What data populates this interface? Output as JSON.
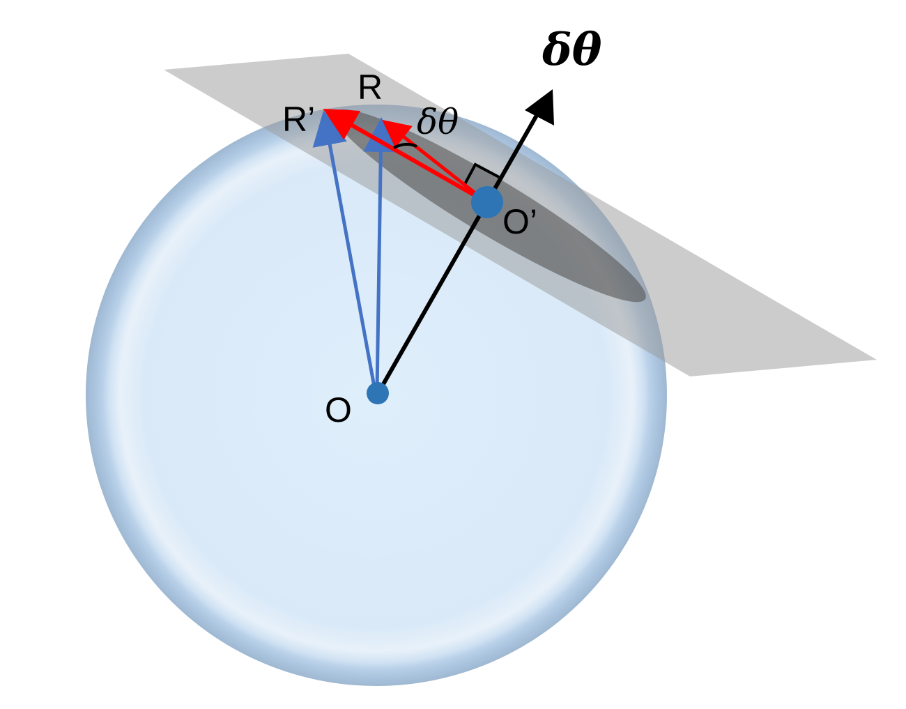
{
  "diagram": {
    "labels": {
      "rotation_vector": "δθ",
      "R": "R",
      "R_prime": "R’",
      "O": "O",
      "O_prime": "O’",
      "angle": "δθ"
    },
    "colors": {
      "background": "#ffffff",
      "sphere": "#dbeaf8",
      "sphere_rim": "#a9c6e4",
      "plane": "#9a9a9a",
      "disk": "#5a5a5a",
      "axis": "#000000",
      "position_vectors": "#4472c4",
      "displacement_vectors": "#ff0000",
      "points": "#2e75b6"
    }
  }
}
